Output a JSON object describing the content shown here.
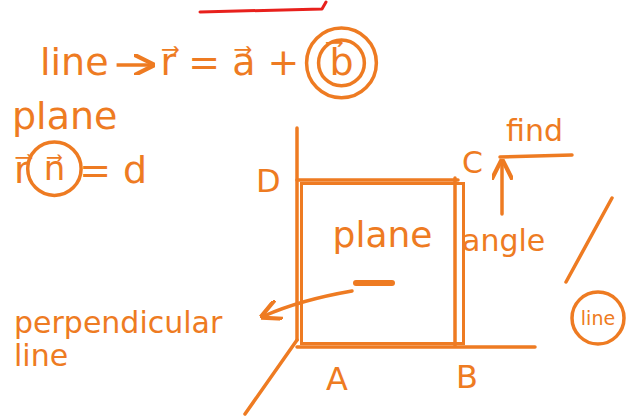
{
  "diagram": {
    "nodes": [
      {
        "text": [
          "plane"
        ]
      }
    ],
    "edges": [],
    "labels": [
      "line",
      "r⃗ = a⃗ +",
      "b⃗",
      "plane",
      "r⃗",
      "n⃗",
      "= d",
      "D",
      "C",
      "find",
      "angle",
      "perpendicular line",
      "A",
      "B",
      "line"
    ]
  }
}
